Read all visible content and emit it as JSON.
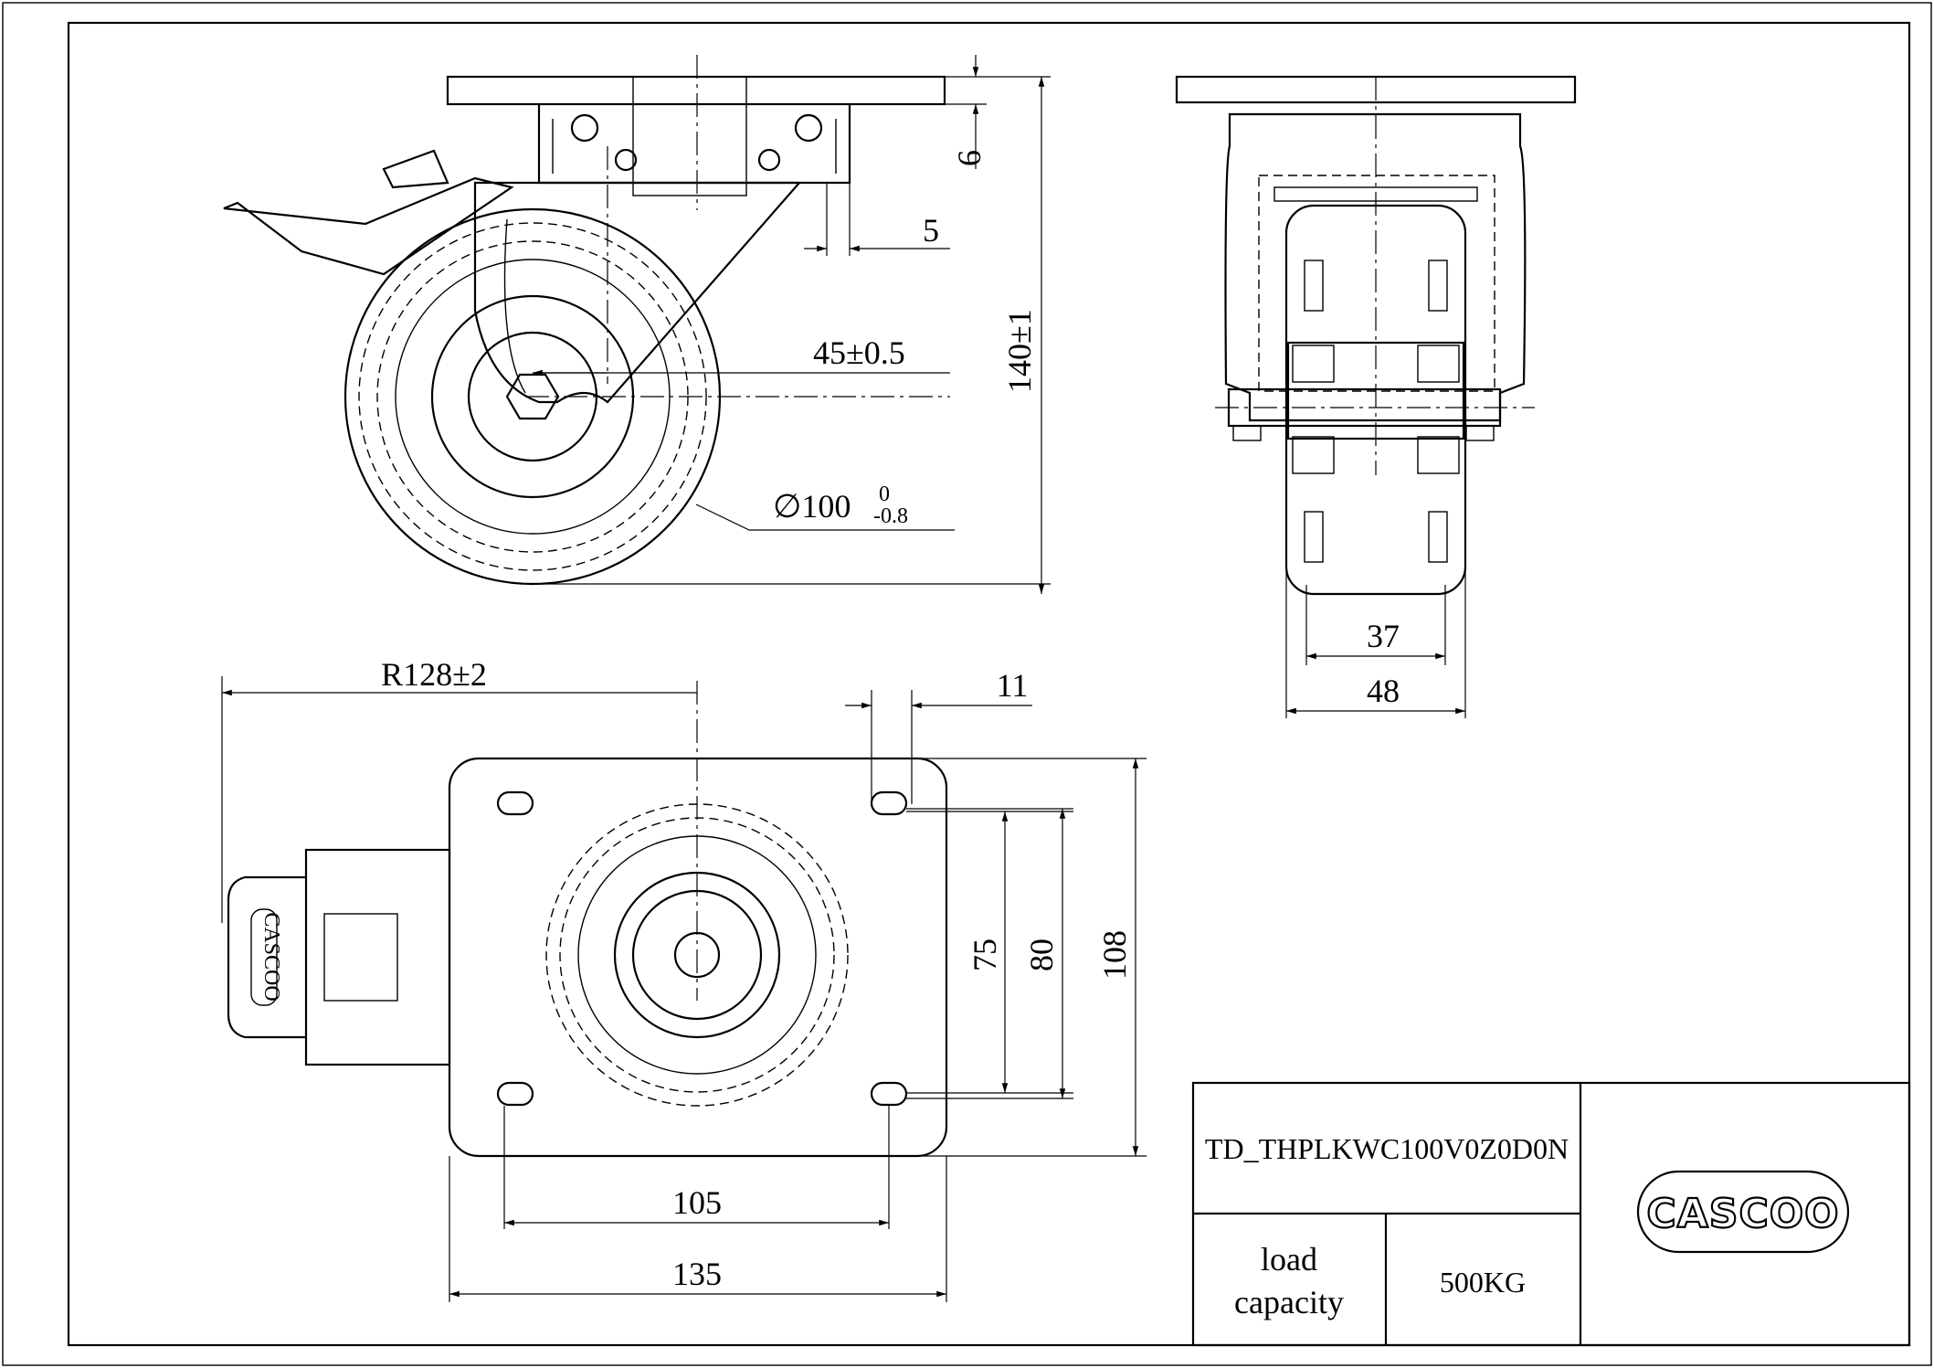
{
  "drawing": {
    "dimensions": {
      "plate_thickness": "6",
      "lock_offset": "5",
      "swivel_offset": "45±0.5",
      "overall_height": "140±1",
      "wheel_diameter": "∅100",
      "wheel_tol_upper": "0",
      "wheel_tol_lower": "-0.8",
      "swivel_radius": "R128±2",
      "hole_size": "11",
      "hole_spacing_inner": "75",
      "hole_spacing_outer": "80",
      "plate_length": "108",
      "hole_spacing_width": "105",
      "plate_width": "135",
      "tread_width": "37",
      "wheel_width": "48"
    },
    "lock_logo_text": "CASCOO"
  },
  "title_block": {
    "part_number": "TD_THPLKWC100V0Z0D0N",
    "load_label_line1": "load",
    "load_label_line2": "capacity",
    "load_value": "500KG",
    "brand_logo": "CASCOO"
  }
}
